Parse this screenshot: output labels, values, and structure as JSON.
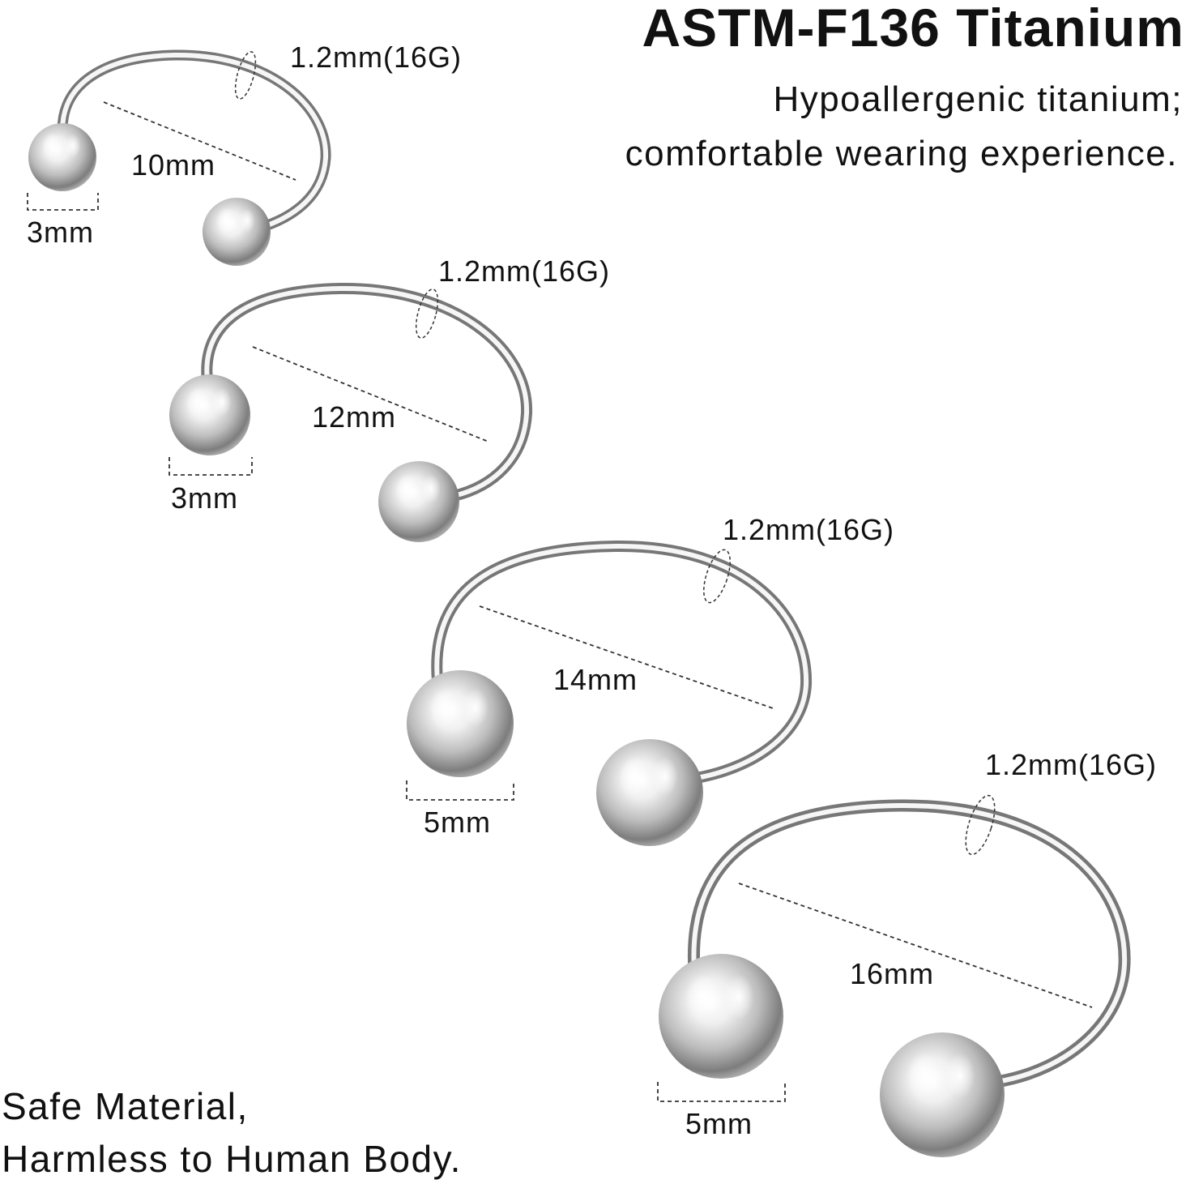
{
  "header": {
    "title": "ASTM-F136 Titanium",
    "line1": "Hypoallergenic titanium;",
    "line2": "comfortable wearing experience."
  },
  "footer": {
    "line1": "Safe Material,",
    "line2": "Harmless to Human Body."
  },
  "rings": [
    {
      "gauge": "1.2mm(16G)",
      "diameter": "10mm",
      "ball": "3mm"
    },
    {
      "gauge": "1.2mm(16G)",
      "diameter": "12mm",
      "ball": "3mm"
    },
    {
      "gauge": "1.2mm(16G)",
      "diameter": "14mm",
      "ball": "5mm"
    },
    {
      "gauge": "1.2mm(16G)",
      "diameter": "16mm",
      "ball": "5mm"
    }
  ],
  "colors": {
    "metal_light": "#f4f4f4",
    "metal_mid": "#bdbdbd",
    "metal_dark": "#6e6e6e",
    "text": "#111111"
  }
}
